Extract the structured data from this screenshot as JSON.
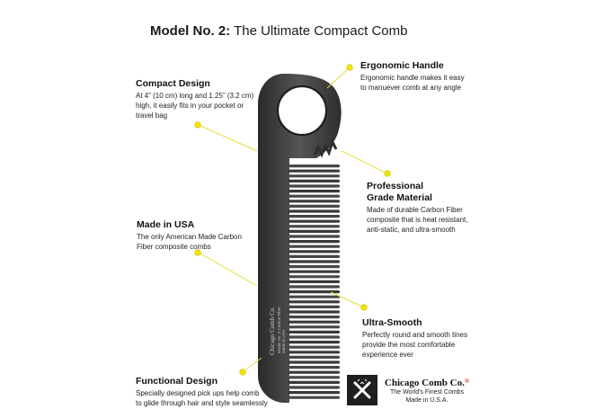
{
  "header": {
    "title_bold": "Model No. 2:",
    "title_rest": " The Ultimate Compact Comb"
  },
  "callouts": {
    "compact": {
      "heading": "Compact Design",
      "lines": [
        "At 4” (10 cm) long and 1.25” (3.2 cm)",
        "high, it easily fits in your pocket or",
        "travel bag"
      ]
    },
    "ergonomic": {
      "heading": "Ergonomic Handle",
      "lines": [
        "Ergonomic handle makes it easy",
        "to manuever comb at any angle"
      ]
    },
    "material": {
      "heading_lines": [
        "Professional",
        "Grade Material"
      ],
      "lines": [
        "Made of durable Carbon Fiber",
        "composite that is heat resistant,",
        "anti-static, and ultra-smooth"
      ]
    },
    "usa": {
      "heading": "Made in USA",
      "lines": [
        "The only American Made Carbon",
        "Fiber composite combs"
      ]
    },
    "smooth": {
      "heading": "Ultra-Smooth",
      "lines": [
        "Perfectly round and smooth tines",
        "provide the most comfortable",
        "experience ever"
      ]
    },
    "functional": {
      "heading": "Functional Design",
      "lines": [
        "Specially designed pick ups help comb",
        "to glide through hair and style seamlessly"
      ]
    }
  },
  "comb_engraving": {
    "brand": "Chicago Comb Co.",
    "model": "Model No. 2 Carbon Fiber",
    "made": "Made in USA"
  },
  "brand": {
    "name": "Chicago Comb Co.",
    "registered": "®",
    "tagline": "The World's Finest Combs",
    "origin": "Made in U.S.A."
  },
  "colors": {
    "accent_dot": "#f2e600",
    "leader_line": "#e6dd3a",
    "comb_body": "#3b3b3b",
    "logo_bg": "#1f1f1f"
  },
  "icons": [
    "crossed-combs-logo-icon"
  ]
}
